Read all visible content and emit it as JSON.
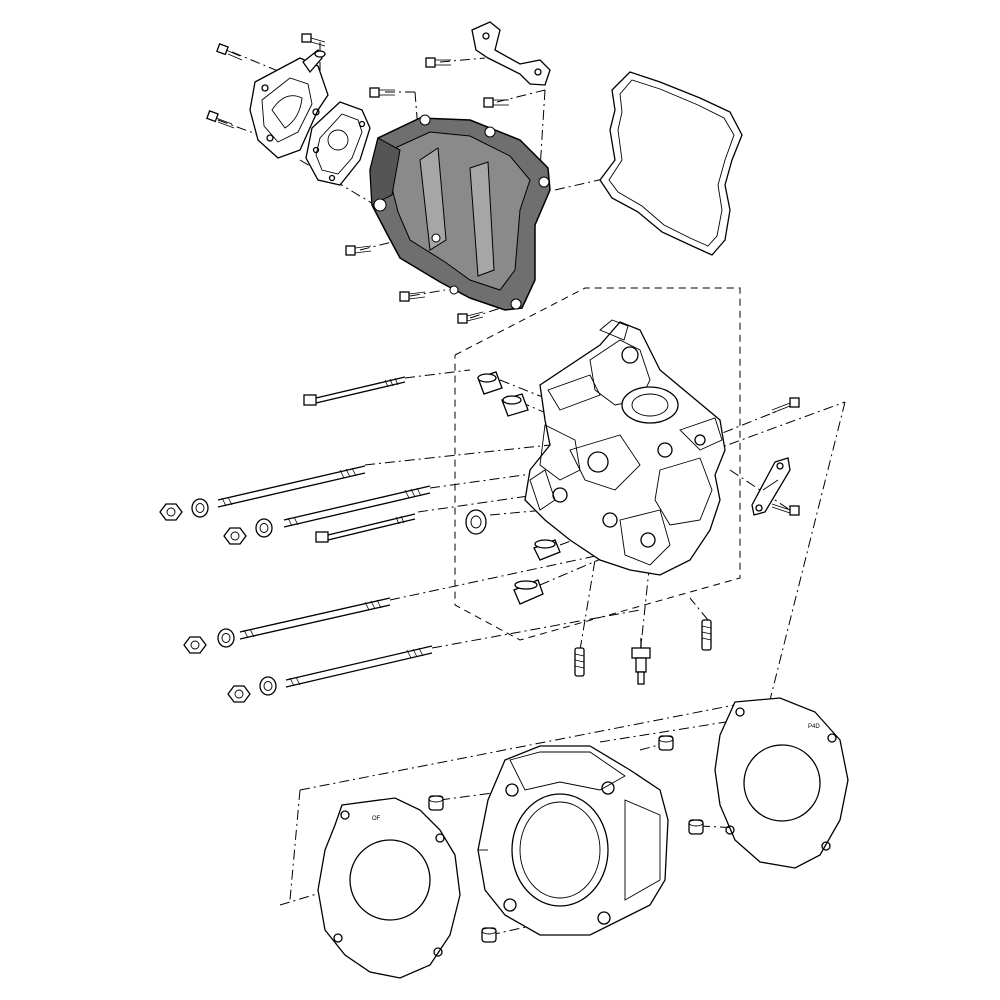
{
  "diagram": {
    "type": "exploded-parts-diagram",
    "highlight_color": "#6f6f6f",
    "line_color": "#000000",
    "background": "#ffffff",
    "gasket_marks": {
      "left_gasket": "OF",
      "right_gasket": "P4D"
    }
  }
}
